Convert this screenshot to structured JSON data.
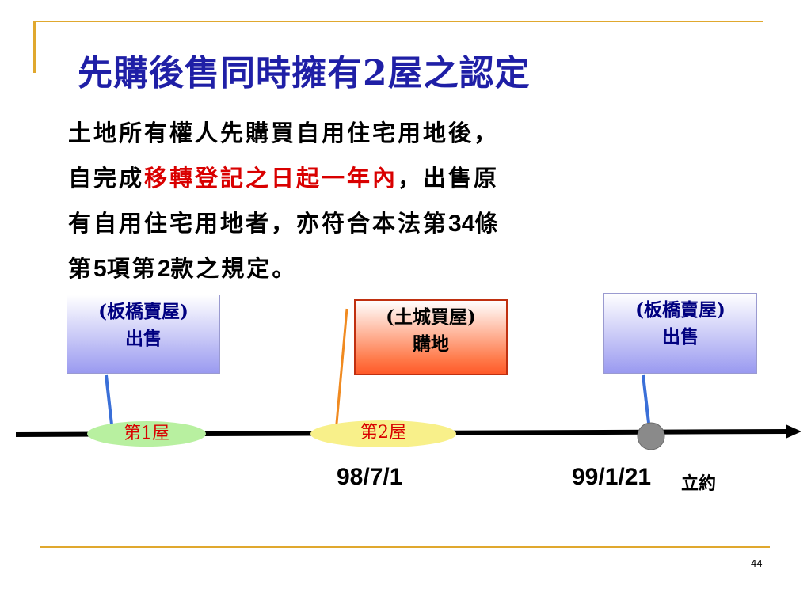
{
  "slide": {
    "title": "先購後售同時擁有2屋之認定",
    "body": {
      "line1": "土地所有權人先購買自用住宅用地後，",
      "line2_pre": "自完成",
      "line2_highlight": "移轉登記之日起一年內",
      "line2_post": "，出售原",
      "line3_pre": "有自用住宅用地者，亦符合本法第",
      "line3_num": "34",
      "line3_post": "條",
      "line4_a": "第",
      "line4_num1": "5",
      "line4_b": "項第",
      "line4_num2": "2",
      "line4_c": "款之規定。"
    },
    "page_number": "44"
  },
  "timeline": {
    "box_left": {
      "line1": "(板橋賣屋)",
      "line2": "出售"
    },
    "box_middle": {
      "line1": "(土城買屋)",
      "line2": "購地"
    },
    "box_right": {
      "line1": "(板橋賣屋)",
      "line2": "出售"
    },
    "marker_first": "第1屋",
    "marker_second": "第2屋",
    "date_second": "98/7/1",
    "date_third": "99/1/21",
    "date_third_suffix": "立約"
  },
  "colors": {
    "title": "#1f1fa6",
    "highlight": "#d90000",
    "accent_line": "#e0a82e",
    "connector_blue": "#3a6fd8",
    "connector_orange": "#f08a20",
    "pill_green": "#b8f0a0",
    "pill_yellow": "#f8f08a",
    "circle_gray": "#8a8a8a"
  }
}
